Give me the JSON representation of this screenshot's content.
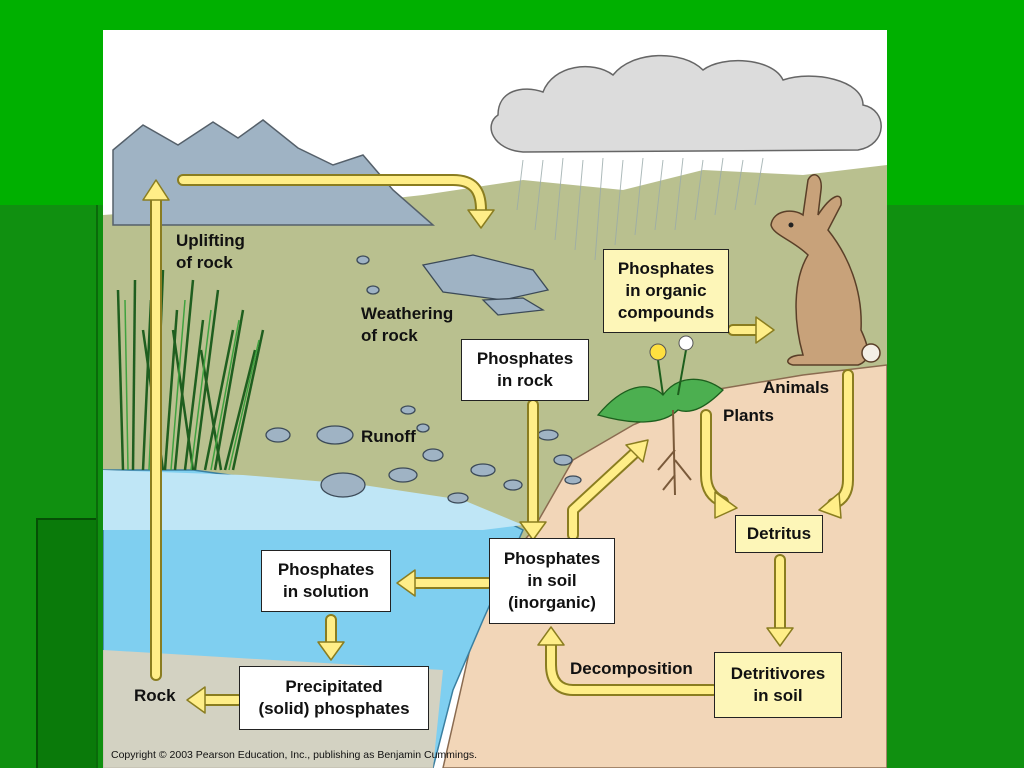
{
  "colors": {
    "slide_bg": "#00b000",
    "arrow_fill": "#ffee88",
    "arrow_stroke": "#8a7d20",
    "water": "#7fcff0",
    "soil": "#f2d6b8",
    "hill": "#b9c08f",
    "mountain": "#9fb3c4"
  },
  "boxes": {
    "organic": "Phosphates\nin organic\ncompounds",
    "rock": "Phosphates\nin rock",
    "solution": "Phosphates\nin solution",
    "soil": "Phosphates\nin soil\n(inorganic)",
    "detritus": "Detritus",
    "precipitated": "Precipitated\n(solid) phosphates",
    "detritivores": "Detritivores\nin soil"
  },
  "labels": {
    "uplifting": "Uplifting\nof rock",
    "weathering": "Weathering\nof rock",
    "runoff": "Runoff",
    "animals": "Animals",
    "plants": "Plants",
    "decomposition": "Decomposition",
    "rock": "Rock"
  },
  "copyright": "Copyright © 2003 Pearson Education, Inc., publishing as Benjamin Cummings."
}
